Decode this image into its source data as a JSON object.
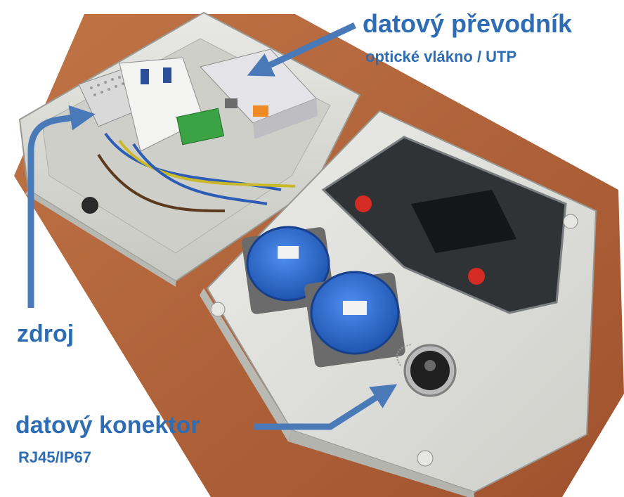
{
  "labels": {
    "data_converter": {
      "title": "datový převodník",
      "subtitle": "optické vlákno / UTP"
    },
    "power_supply": {
      "title": "zdroj"
    },
    "data_connector": {
      "title": "datový konektor",
      "subtitle": "RJ45/IP67"
    }
  },
  "colors": {
    "label_text": "#2e6db4",
    "arrow": "#4a79b8",
    "background_board": "#b4653a",
    "enclosure": "#dcdcd6",
    "socket_blue": "#2f6fd0",
    "latch_red": "#d42b22"
  }
}
